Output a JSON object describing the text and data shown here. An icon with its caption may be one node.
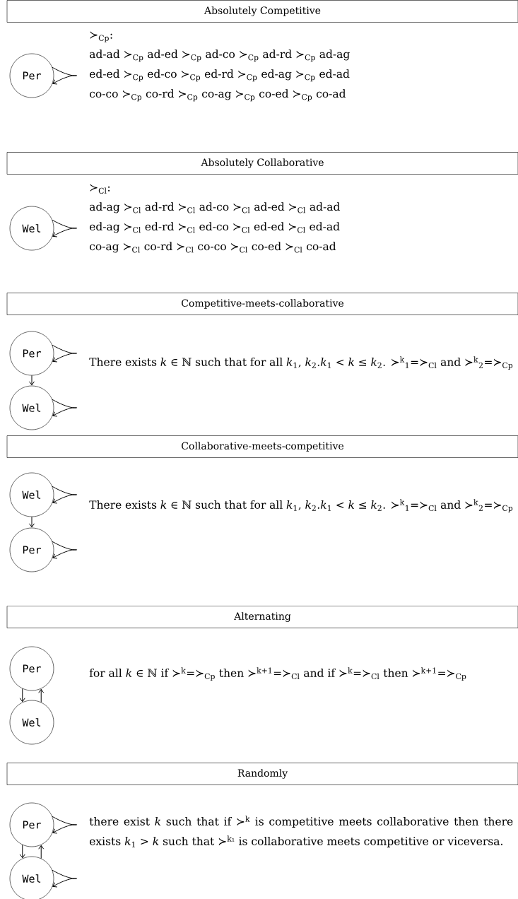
{
  "diagram": {
    "nodes": [
      {
        "text": [
          "Absolutely Competitive"
        ]
      },
      {
        "text": [
          "Per"
        ]
      },
      {
        "text": [
          "Absolutely Collaborative"
        ]
      },
      {
        "text": [
          "Wel"
        ]
      },
      {
        "text": [
          "Competitive-meets-collaborative"
        ]
      },
      {
        "text": [
          "Per"
        ]
      },
      {
        "text": [
          "Wel"
        ]
      },
      {
        "text": [
          "Collaborative-meets-competitive"
        ]
      },
      {
        "text": [
          "Wel"
        ]
      },
      {
        "text": [
          "Per"
        ]
      },
      {
        "text": [
          "Alternating"
        ]
      },
      {
        "text": [
          "Per"
        ]
      },
      {
        "text": [
          "Wel"
        ]
      },
      {
        "text": [
          "Randomly"
        ]
      },
      {
        "text": [
          "Per"
        ]
      },
      {
        "text": [
          "Wel"
        ]
      }
    ],
    "edges": [
      {
        "from": 1,
        "to": 1,
        "arrow": "to"
      },
      {
        "from": 3,
        "to": 3,
        "arrow": "to"
      },
      {
        "from": 5,
        "to": 5,
        "arrow": "to"
      },
      {
        "from": 5,
        "to": 6,
        "arrow": "to"
      },
      {
        "from": 6,
        "to": 6,
        "arrow": "to"
      },
      {
        "from": 8,
        "to": 8,
        "arrow": "to"
      },
      {
        "from": 8,
        "to": 9,
        "arrow": "to"
      },
      {
        "from": 9,
        "to": 9,
        "arrow": "to"
      },
      {
        "from": 11,
        "to": 12,
        "arrow": "to"
      },
      {
        "from": 12,
        "to": 11,
        "arrow": "to"
      },
      {
        "from": 14,
        "to": 14,
        "arrow": "to"
      },
      {
        "from": 14,
        "to": 15,
        "arrow": "to"
      },
      {
        "from": 15,
        "to": 14,
        "arrow": "to"
      },
      {
        "from": 15,
        "to": 15,
        "arrow": "to"
      }
    ],
    "labels": [
      "≻$_{Cp}$:",
      "ad-ad ≻$_{Cp}$ ad-ed ≻$_{Cp}$ ad-co ≻$_{Cp}$ ad-rd ≻$_{Cp}$ ad-ag",
      "ed-ed ≻$_{Cp}$ ed-co ≻$_{Cp}$ ed-rd ≻$_{Cp}$ ed-ag ≻$_{Cp}$ ed-ad",
      "co-co ≻$_{Cp}$ co-rd ≻$_{Cp}$ co-ag ≻$_{Cp}$ co-ed ≻$_{Cp}$ co-ad",
      "≻$_{Cl}$:",
      "ad-ag ≻$_{Cl}$ ad-rd ≻$_{Cl}$ ad-co ≻$_{Cl}$ ad-ed ≻$_{Cl}$ ad-ad",
      "ed-ag ≻$_{Cl}$ ed-rd ≻$_{Cl}$ ed-co ≻$_{Cl}$ ed-ed ≻$_{Cl}$ ed-ad",
      "co-ag ≻$_{Cl}$ co-rd ≻$_{Cl}$ co-co ≻$_{Cl}$ co-ed ≻$_{Cl}$ co-ad",
      "There exists *k* ∈ ℕ such that for all *k*$_{1}$, *k*$_{2}$.*k*$_{1}$ < *k* ≤ *k*$_{2}$. ≻$^{k}$$_{1}$=≻$_{Cl}$ and ≻$^{k}$$_{2}$=≻$_{Cp}$",
      "There exists *k* ∈ ℕ such that for all *k*$_{1}$, *k*$_{2}$.*k*$_{1}$ < *k* ≤ *k*$_{2}$. ≻$^{k}$$_{1}$=≻$_{Cl}$ and ≻$^{k}$$_{2}$=≻$_{Cp}$",
      "for all *k* ∈ ℕ if ≻$^{k}$=≻$_{Cp}$ then ≻$^{k+1}$=≻$_{Cl}$ and if ≻$^{k}$=≻$_{Cl}$ then ≻$^{k+1}$=≻$_{Cp}$",
      "there exist *k* such that if ≻$^{k}$ is competitive meets collaborative then there exists *k*$_{1}$ > *k* such that ≻$^{k₁}$ is collaborative meets competitive or viceversa."
    ]
  }
}
